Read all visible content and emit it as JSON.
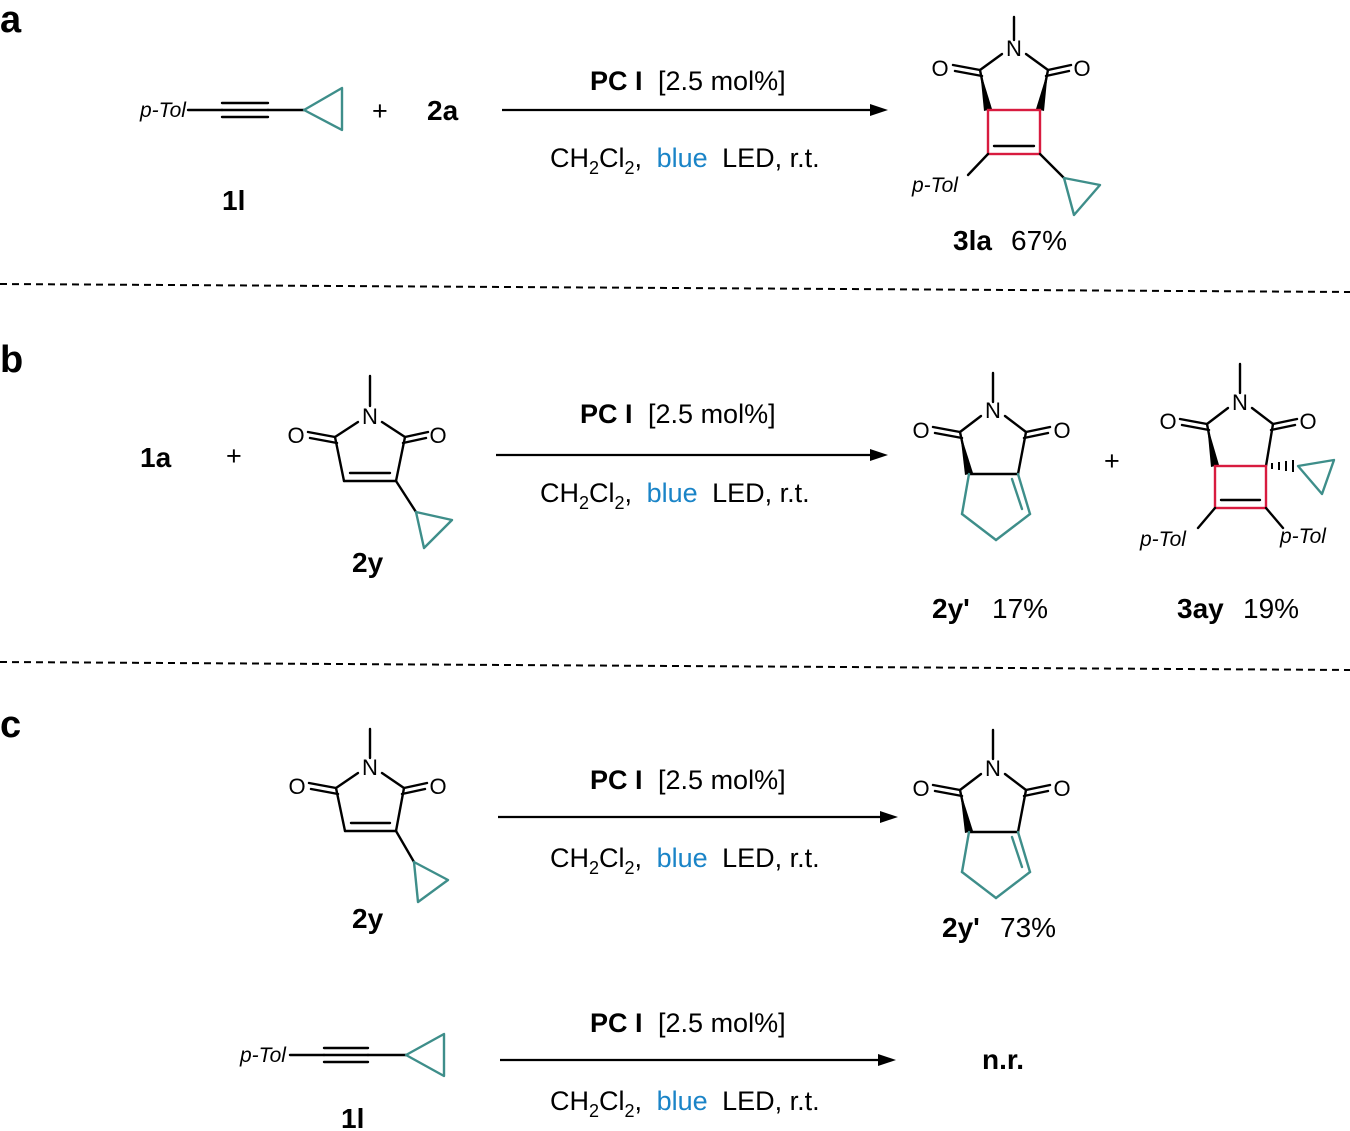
{
  "panels": {
    "a": {
      "label": "a",
      "reactant_substituent": "p-Tol",
      "reactant_id": "1l",
      "plus": "+",
      "partner_id": "2a",
      "catalyst": "PC I",
      "loading": "[2.5 mol%]",
      "solvent_main": "CH",
      "solvent_sub1": "2",
      "solvent_cl": "Cl",
      "solvent_sub2": "2",
      "comma": ",",
      "light_color_word": "blue",
      "light_rest": "LED, r.t.",
      "product_substituent": "p-Tol",
      "product_id": "3la",
      "product_yield": "67%"
    },
    "b": {
      "label": "b",
      "reactant_id": "1a",
      "plus": "+",
      "partner_id": "2y",
      "catalyst": "PC I",
      "loading": "[2.5 mol%]",
      "solvent_main": "CH",
      "solvent_sub1": "2",
      "solvent_cl": "Cl",
      "solvent_sub2": "2",
      "comma": ",",
      "light_color_word": "blue",
      "light_rest": "LED, r.t.",
      "product1_id": "2y'",
      "product1_yield": "17%",
      "plus2": "+",
      "product2_id": "3ay",
      "product2_yield": "19%",
      "product2_substituent_left": "p-Tol",
      "product2_substituent_right": "p-Tol"
    },
    "c": {
      "label": "c",
      "row1": {
        "reactant_id": "2y",
        "catalyst": "PC I",
        "loading": "[2.5 mol%]",
        "solvent_main": "CH",
        "solvent_sub1": "2",
        "solvent_cl": "Cl",
        "solvent_sub2": "2",
        "comma": ",",
        "light_color_word": "blue",
        "light_rest": "LED, r.t.",
        "product_id": "2y'",
        "product_yield": "73%"
      },
      "row2": {
        "reactant_substituent": "p-Tol",
        "reactant_id": "1l",
        "catalyst": "PC I",
        "loading": "[2.5 mol%]",
        "solvent_main": "CH",
        "solvent_sub1": "2",
        "solvent_cl": "Cl",
        "solvent_sub2": "2",
        "comma": ",",
        "light_color_word": "blue",
        "light_rest": "LED, r.t.",
        "result": "n.r."
      }
    }
  },
  "atoms": {
    "oxygen": "O",
    "nitrogen": "N"
  },
  "colors": {
    "cyclopropyl": "#3e8e8a",
    "new_bonds": "#d81b3f",
    "blue_text": "#1a84c7"
  }
}
